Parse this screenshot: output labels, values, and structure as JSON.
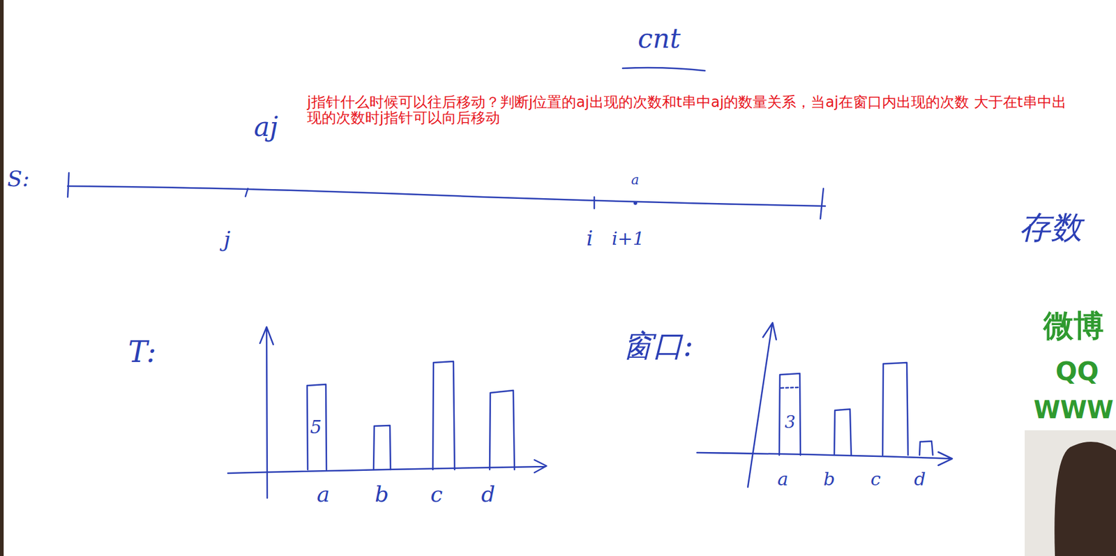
{
  "diagram": {
    "labels": [
      "cnt",
      "j指针什么时候可以往后移动？判断j位置的aj出现的次数和t串中aj的数量关系，当aj在窗口内出现的次数 大于在t串中出现的次数时j指针可以向后移动",
      "aj",
      "S:",
      "a",
      "j",
      "i",
      "i+1",
      "存数",
      "T:",
      "5",
      "a",
      "b",
      "c",
      "d",
      "窗口:",
      "3",
      "a",
      "b",
      "c",
      "d",
      "微博",
      "QQ",
      "WWW"
    ]
  }
}
